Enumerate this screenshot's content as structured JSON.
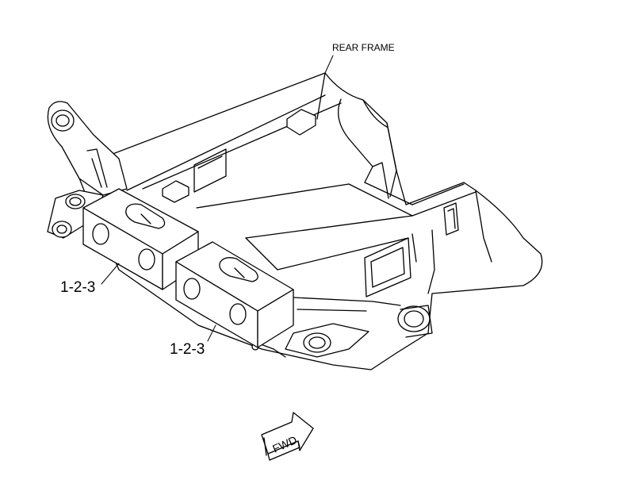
{
  "labels": {
    "rear_frame": "REAR FRAME",
    "part_upper": "1-2-3",
    "part_lower": "1-2-3",
    "fwd": "FWD"
  }
}
